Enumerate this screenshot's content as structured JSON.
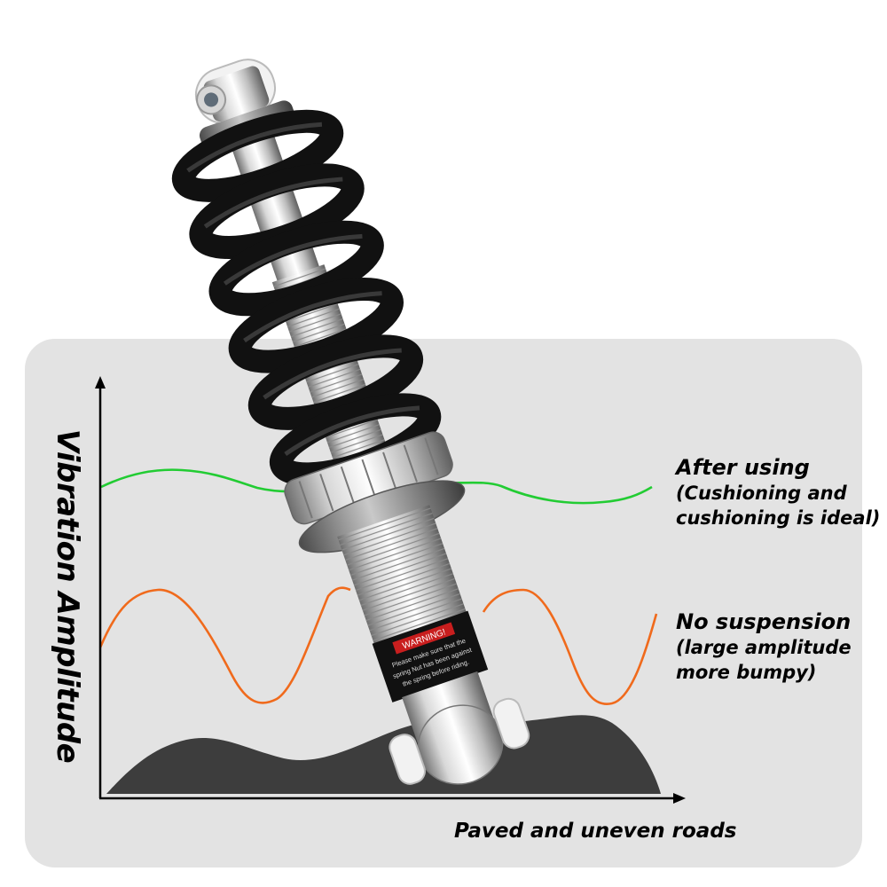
{
  "diagram": {
    "y_axis_label": "Vibration Amplitude",
    "x_axis_label": "Paved and uneven roads",
    "annotations": {
      "after_using": {
        "line1": "After using",
        "line2": "(Cushioning and",
        "line3": "cushioning is ideal)"
      },
      "no_suspension": {
        "line1": "No suspension",
        "line2": "(large amplitude",
        "line3": "more bumpy)"
      }
    },
    "colors": {
      "panel": "#e3e3e3",
      "after_curve": "#22cc33",
      "no_suspension_curve": "#f06a1c",
      "road": "#3d3d3d",
      "spring": "#161616"
    }
  },
  "shock_label": {
    "warning": "WARNING!",
    "line1": "Please make sure that the",
    "line2": "spring Nut has been against",
    "line3": "the spring before riding."
  }
}
